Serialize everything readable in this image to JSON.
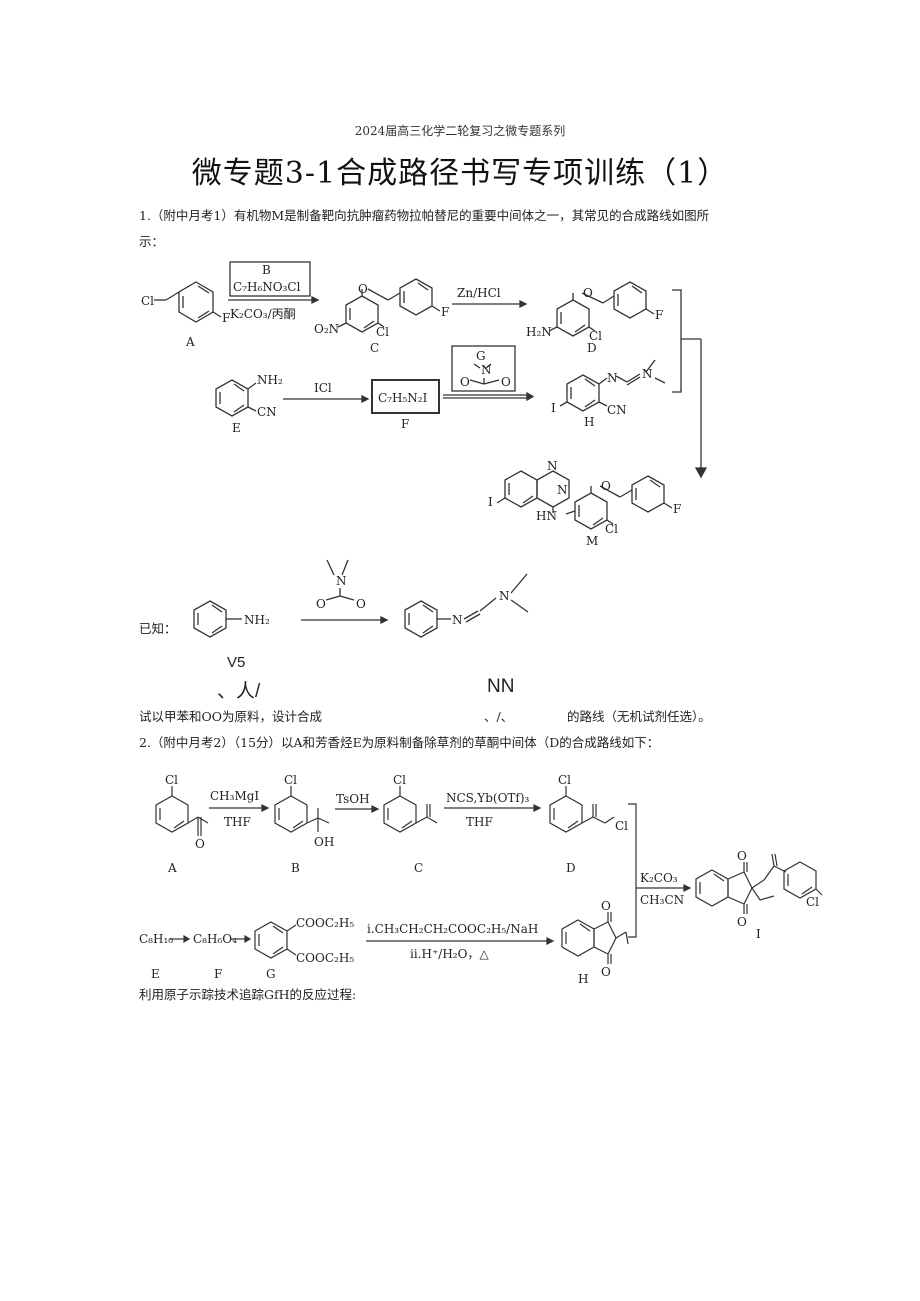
{
  "header": "2024届高三化学二轮复习之微专题系列",
  "title": "微专题3-1合成路径书写专项训练（1）",
  "q1": {
    "line1": "1.（附中月考1）有机物M是制备靶向抗肿瘤药物拉帕替尼的重要中间体之一，其常见的合成路线如图所",
    "line2": "示：",
    "known_label": "已知：",
    "frag_v5": "V5",
    "frag_ren": "、人/",
    "frag_nn": "NN",
    "task_a": "试以甲苯和OO为原料，设计合成",
    "task_b": "、/、",
    "task_c": "的路线（无机试剂任选）。"
  },
  "q2": {
    "line1": "2.（附中月考2）（15分）以A和芳香烃E为原料制备除草剂的草酮中间体（D的合成路线如下：",
    "trace": "利用原子示踪技术追踪GfH的反应过程:"
  },
  "scheme1": {
    "cl": "Cl",
    "f": "F",
    "o": "O",
    "i": "I",
    "n": "N",
    "nh2": "NH₂",
    "cn": "CN",
    "h2n": "H₂N",
    "o2n": "O₂N",
    "hn": "HN",
    "cpd_a": "A",
    "cpd_c": "C",
    "cpd_d": "D",
    "cpd_e": "E",
    "cpd_f": "F",
    "cpd_g": "G",
    "cpd_h": "H",
    "cpd_m": "M",
    "reagent_b": "B",
    "reagent_b_formula": "C₇H₆NO₃Cl",
    "reagent_k2co3": "K₂CO₃/丙酮",
    "reagent_zn": "Zn/HCl",
    "reagent_icl": "ICl",
    "formula_f": "C₇H₅N₂I"
  },
  "scheme2": {
    "cl": "Cl",
    "o": "O",
    "oh": "OH",
    "cpd_a": "A",
    "cpd_b": "B",
    "cpd_c": "C",
    "cpd_d": "D",
    "cpd_e": "E",
    "cpd_f": "F",
    "cpd_g": "G",
    "cpd_h": "H",
    "cpd_i": "I",
    "reagent_ch3mgi": "CH₃MgI",
    "thf": "THF",
    "reagent_tsoh": "TsOH",
    "reagent_ncs": "NCS,Yb(OTf)₃",
    "reagent_k2co3": "K₂CO₃",
    "reagent_ch3cn": "CH₃CN",
    "formula_e": "C₈H₁₀",
    "formula_f": "C₈H₆O₄",
    "cooet": "COOC₂H₅",
    "step_i": "ⅰ.CH₃CH₂CH₂COOC₂H₅/NaH",
    "step_ii": "ⅱ.H⁺/H₂O，△"
  }
}
